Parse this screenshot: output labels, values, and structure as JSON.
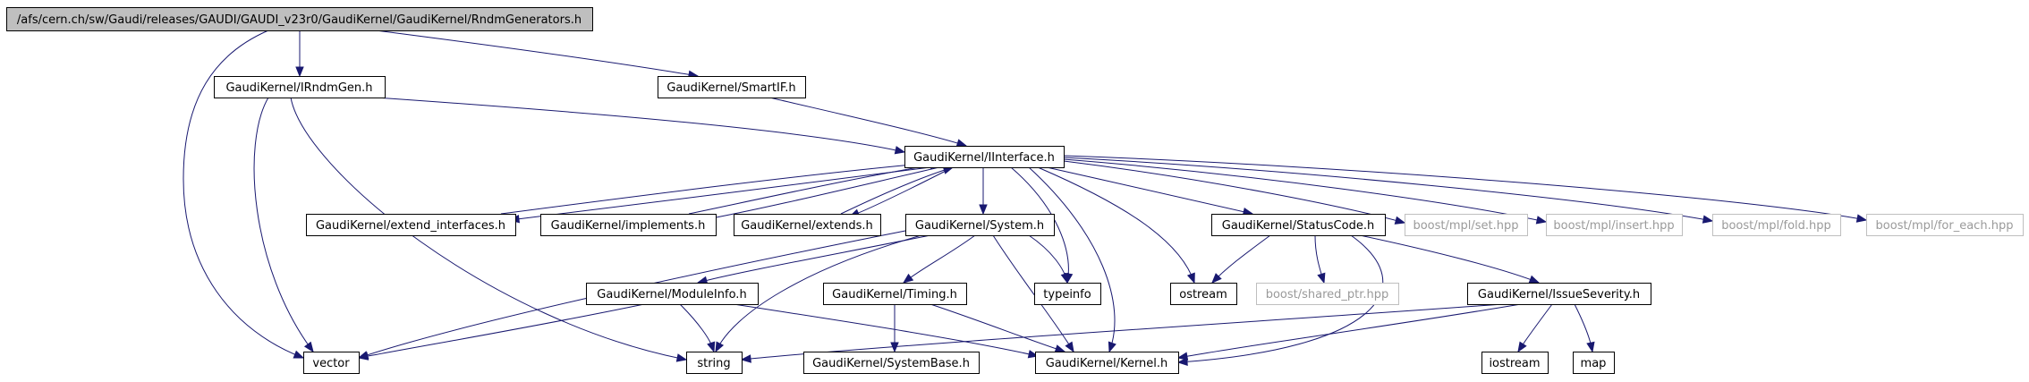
{
  "nodes": [
    {
      "id": "root",
      "label": "/afs/cern.ch/sw/Gaudi/releases/GAUDI/GAUDI_v23r0/GaudiKernel/GaudiKernel/RndmGenerators.h",
      "fill": "#bfbfbf",
      "border": "#000000",
      "external": false
    },
    {
      "id": "irndmgen",
      "label": "GaudiKernel/IRndmGen.h",
      "fill": "#ffffff",
      "border": "#000000",
      "external": false
    },
    {
      "id": "smartif",
      "label": "GaudiKernel/SmartIF.h",
      "fill": "#ffffff",
      "border": "#000000",
      "external": false
    },
    {
      "id": "iinterface",
      "label": "GaudiKernel/IInterface.h",
      "fill": "#ffffff",
      "border": "#000000",
      "external": false
    },
    {
      "id": "extend_interfaces",
      "label": "GaudiKernel/extend_interfaces.h",
      "fill": "#ffffff",
      "border": "#000000",
      "external": false
    },
    {
      "id": "implements",
      "label": "GaudiKernel/implements.h",
      "fill": "#ffffff",
      "border": "#000000",
      "external": false
    },
    {
      "id": "extends",
      "label": "GaudiKernel/extends.h",
      "fill": "#ffffff",
      "border": "#000000",
      "external": false
    },
    {
      "id": "system",
      "label": "GaudiKernel/System.h",
      "fill": "#ffffff",
      "border": "#000000",
      "external": false
    },
    {
      "id": "statuscode",
      "label": "GaudiKernel/StatusCode.h",
      "fill": "#ffffff",
      "border": "#000000",
      "external": false
    },
    {
      "id": "mplset",
      "label": "boost/mpl/set.hpp",
      "fill": "#ffffff",
      "border": "#bfbfbf",
      "external": true
    },
    {
      "id": "mplinsert",
      "label": "boost/mpl/insert.hpp",
      "fill": "#ffffff",
      "border": "#bfbfbf",
      "external": true
    },
    {
      "id": "mplfold",
      "label": "boost/mpl/fold.hpp",
      "fill": "#ffffff",
      "border": "#bfbfbf",
      "external": true
    },
    {
      "id": "mplforeach",
      "label": "boost/mpl/for_each.hpp",
      "fill": "#ffffff",
      "border": "#bfbfbf",
      "external": true
    },
    {
      "id": "moduleinfo",
      "label": "GaudiKernel/ModuleInfo.h",
      "fill": "#ffffff",
      "border": "#000000",
      "external": false
    },
    {
      "id": "timing",
      "label": "GaudiKernel/Timing.h",
      "fill": "#ffffff",
      "border": "#000000",
      "external": false
    },
    {
      "id": "typeinfo",
      "label": "typeinfo",
      "fill": "#ffffff",
      "border": "#000000",
      "external": false
    },
    {
      "id": "ostream",
      "label": "ostream",
      "fill": "#ffffff",
      "border": "#000000",
      "external": false
    },
    {
      "id": "sharedptr",
      "label": "boost/shared_ptr.hpp",
      "fill": "#ffffff",
      "border": "#bfbfbf",
      "external": true
    },
    {
      "id": "issueseverity",
      "label": "GaudiKernel/IssueSeverity.h",
      "fill": "#ffffff",
      "border": "#000000",
      "external": false
    },
    {
      "id": "vector",
      "label": "vector",
      "fill": "#ffffff",
      "border": "#000000",
      "external": false
    },
    {
      "id": "string",
      "label": "string",
      "fill": "#ffffff",
      "border": "#000000",
      "external": false
    },
    {
      "id": "systembase",
      "label": "GaudiKernel/SystemBase.h",
      "fill": "#ffffff",
      "border": "#000000",
      "external": false
    },
    {
      "id": "kernel",
      "label": "GaudiKernel/Kernel.h",
      "fill": "#ffffff",
      "border": "#000000",
      "external": false
    },
    {
      "id": "iostream",
      "label": "iostream",
      "fill": "#ffffff",
      "border": "#000000",
      "external": false
    },
    {
      "id": "map",
      "label": "map",
      "fill": "#ffffff",
      "border": "#000000",
      "external": false
    }
  ],
  "edges": [
    {
      "from": "root",
      "to": "irndmgen"
    },
    {
      "from": "root",
      "to": "smartif"
    },
    {
      "from": "root",
      "to": "vector"
    },
    {
      "from": "irndmgen",
      "to": "iinterface"
    },
    {
      "from": "irndmgen",
      "to": "vector"
    },
    {
      "from": "irndmgen",
      "to": "string"
    },
    {
      "from": "smartif",
      "to": "iinterface"
    },
    {
      "from": "iinterface",
      "to": "extend_interfaces"
    },
    {
      "from": "iinterface",
      "to": "implements"
    },
    {
      "from": "iinterface",
      "to": "extends"
    },
    {
      "from": "iinterface",
      "to": "system"
    },
    {
      "from": "iinterface",
      "to": "statuscode"
    },
    {
      "from": "iinterface",
      "to": "mplset"
    },
    {
      "from": "iinterface",
      "to": "mplinsert"
    },
    {
      "from": "iinterface",
      "to": "mplfold"
    },
    {
      "from": "iinterface",
      "to": "mplforeach"
    },
    {
      "from": "iinterface",
      "to": "typeinfo"
    },
    {
      "from": "iinterface",
      "to": "ostream"
    },
    {
      "from": "iinterface",
      "to": "kernel"
    },
    {
      "from": "extend_interfaces",
      "to": "iinterface"
    },
    {
      "from": "implements",
      "to": "iinterface"
    },
    {
      "from": "extends",
      "to": "iinterface"
    },
    {
      "from": "system",
      "to": "moduleinfo"
    },
    {
      "from": "system",
      "to": "timing"
    },
    {
      "from": "system",
      "to": "typeinfo"
    },
    {
      "from": "system",
      "to": "string"
    },
    {
      "from": "system",
      "to": "vector"
    },
    {
      "from": "system",
      "to": "kernel"
    },
    {
      "from": "statuscode",
      "to": "ostream"
    },
    {
      "from": "statuscode",
      "to": "sharedptr"
    },
    {
      "from": "statuscode",
      "to": "issueseverity"
    },
    {
      "from": "statuscode",
      "to": "kernel"
    },
    {
      "from": "moduleinfo",
      "to": "vector"
    },
    {
      "from": "moduleinfo",
      "to": "string"
    },
    {
      "from": "moduleinfo",
      "to": "kernel"
    },
    {
      "from": "timing",
      "to": "systembase"
    },
    {
      "from": "timing",
      "to": "kernel"
    },
    {
      "from": "issueseverity",
      "to": "string"
    },
    {
      "from": "issueseverity",
      "to": "kernel"
    },
    {
      "from": "issueseverity",
      "to": "iostream"
    },
    {
      "from": "issueseverity",
      "to": "map"
    }
  ]
}
